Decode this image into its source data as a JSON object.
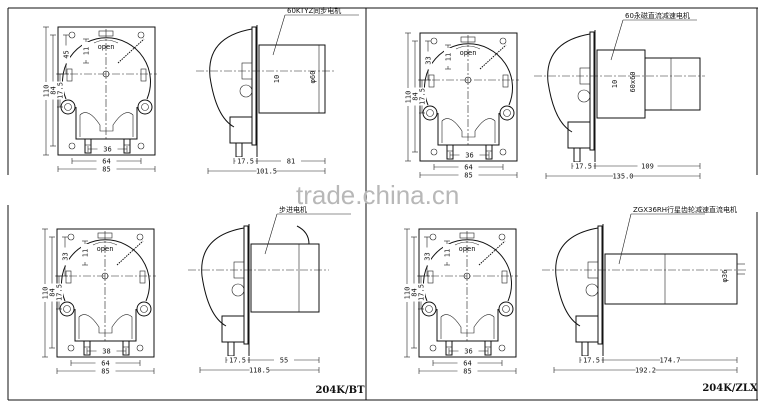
{
  "watermark": "trade.china.cn",
  "colors": {
    "line": "#111111",
    "watermark": "#b8b8b8",
    "background": "#ffffff"
  },
  "panels": [
    {
      "front": {
        "h_total": "110",
        "h_holes": "84",
        "h_center": "17.5",
        "h_top": "45",
        "h_small": "11",
        "open": "open",
        "fit_spacing": "36",
        "hole_spacing": "64",
        "width": "85"
      },
      "side": {
        "motor_label": "60KTYZ同步电机",
        "dia": "φ60",
        "shaft": "10",
        "flange": "17.5",
        "motor_len": "81",
        "total": "101.5"
      },
      "model": ""
    },
    {
      "front": {
        "h_total": "110",
        "h_holes": "84",
        "h_center": "17.5",
        "h_top": "33",
        "h_small": "11",
        "open": "open",
        "fit_spacing": "36",
        "hole_spacing": "64",
        "width": "85"
      },
      "side": {
        "motor_label": "60永磁直流减速电机",
        "dia": "60x60",
        "shaft": "10",
        "flange": "17.5",
        "motor_len": "109",
        "total": "135.0"
      },
      "model": ""
    },
    {
      "front": {
        "h_total": "110",
        "h_holes": "84",
        "h_center": "17.5",
        "h_top": "33",
        "h_small": "11",
        "open": "open",
        "fit_spacing": "38",
        "hole_spacing": "64",
        "width": "85"
      },
      "side": {
        "motor_label": "步进电机",
        "dia": "",
        "shaft": "",
        "flange": "17.5",
        "motor_len": "55",
        "total": "118.5"
      },
      "model": "204K/BT"
    },
    {
      "front": {
        "h_total": "110",
        "h_holes": "84",
        "h_center": "17.5",
        "h_top": "33",
        "h_small": "11",
        "open": "open",
        "fit_spacing": "36",
        "hole_spacing": "64",
        "width": "85"
      },
      "side": {
        "motor_label": "ZGX36RH行星齿轮减速直流电机",
        "dia": "φ36",
        "shaft": "",
        "flange": "17.5",
        "motor_len": "174.7",
        "total": "192.2"
      },
      "model": "204K/ZLX"
    }
  ]
}
